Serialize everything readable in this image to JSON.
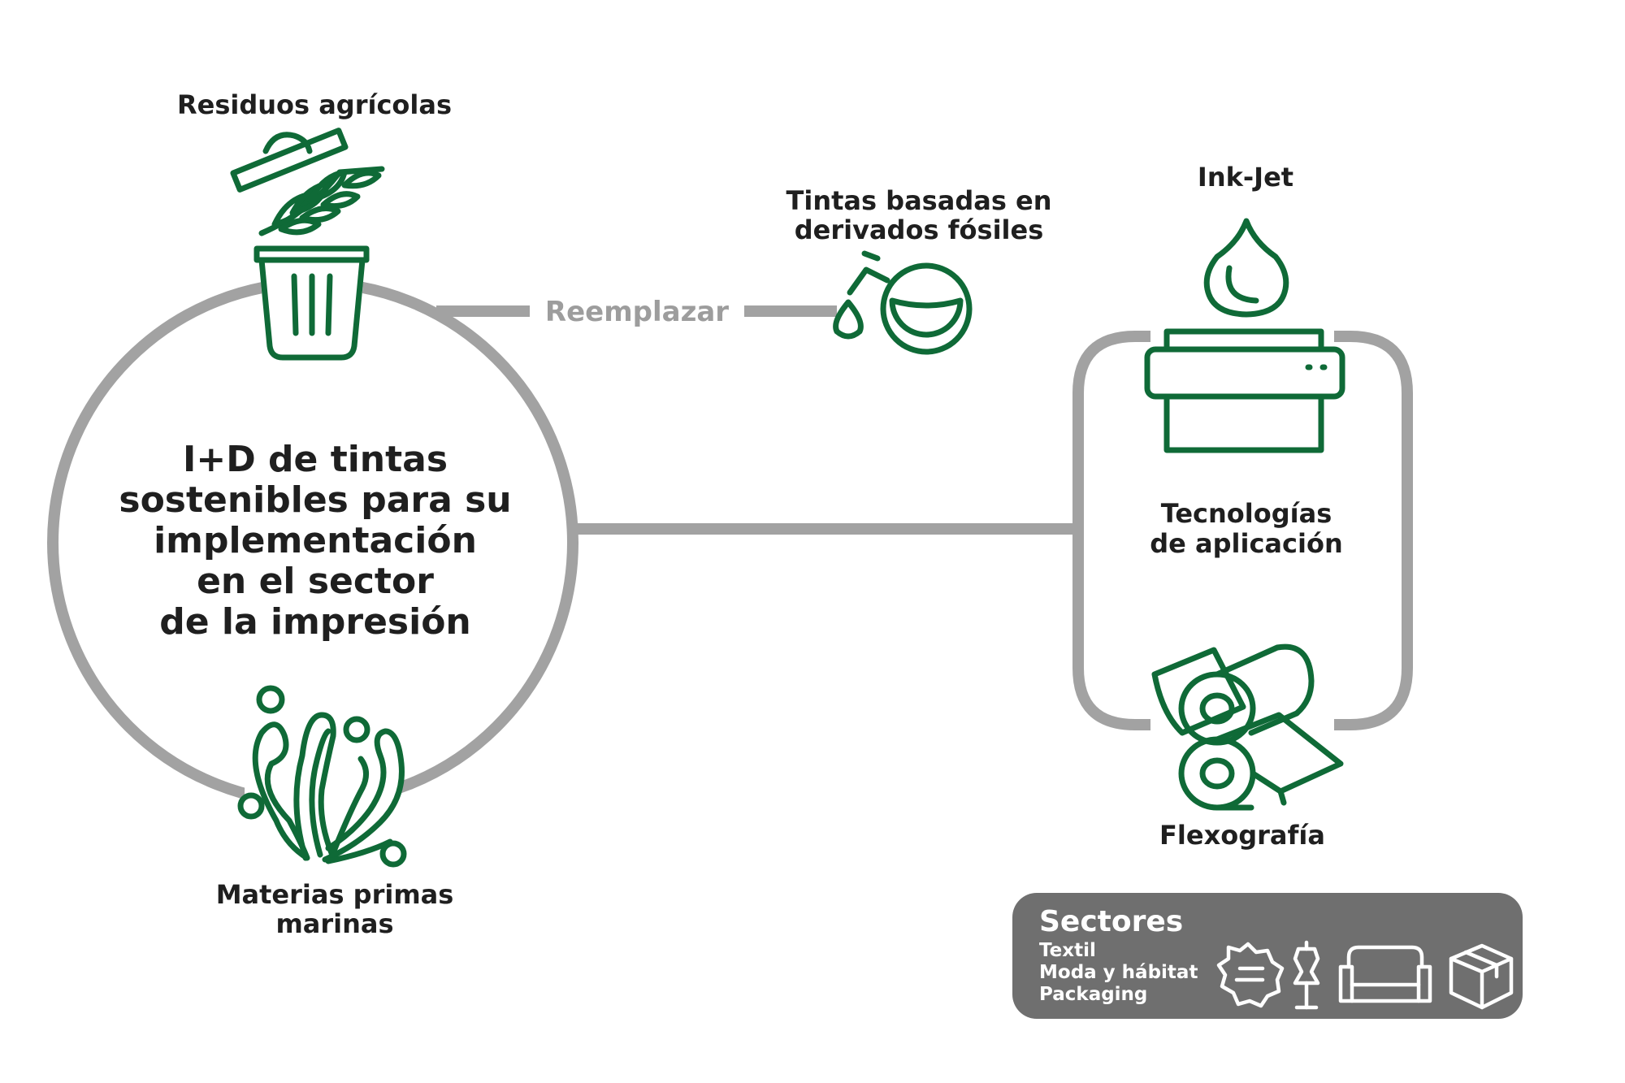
{
  "center": {
    "lines": [
      "I+D de tintas",
      "sostenibles para su",
      "implementación",
      "en el sector",
      "de la impresión"
    ]
  },
  "inputs": {
    "agricultural": "Residuos agrícolas",
    "marine": [
      "Materias primas",
      "marinas"
    ]
  },
  "replace": {
    "label": "Reemplazar",
    "target": [
      "Tintas basadas en",
      "derivados fósiles"
    ]
  },
  "technologies": {
    "title": [
      "Tecnologías",
      "de aplicación"
    ],
    "inkjet": "Ink-Jet",
    "flexo": "Flexografía"
  },
  "sectors": {
    "title": "Sectores",
    "items": [
      "Textil",
      "Moda y hábitat",
      "Packaging"
    ],
    "icons": [
      "fabric-icon",
      "mannequin-icon",
      "sofa-icon",
      "box-icon"
    ]
  },
  "colors": {
    "icon_green": "#0f6a37",
    "connector_gray": "#a2a2a2",
    "sector_bg": "#6f6f6f",
    "text_dark": "#1f1f1f"
  }
}
